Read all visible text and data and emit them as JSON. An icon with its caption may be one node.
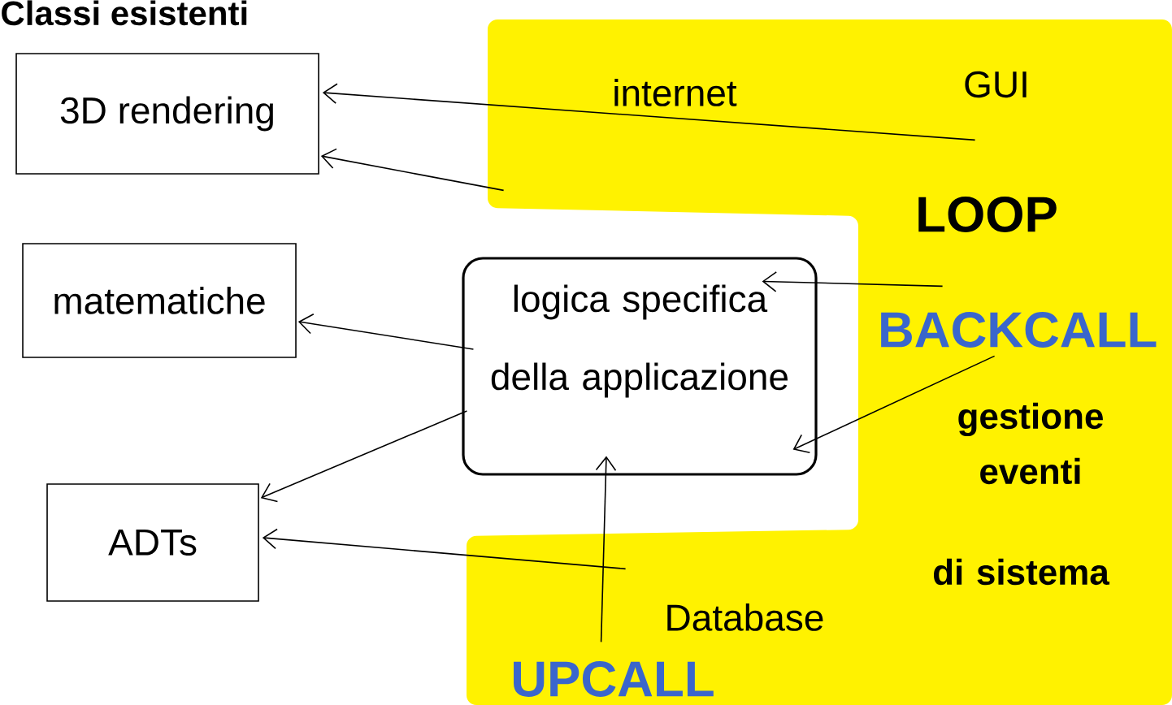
{
  "diagram": {
    "title": "Classi esistenti",
    "nodes": [
      {
        "text": [
          "3D rendering"
        ]
      },
      {
        "text": [
          "matematiche"
        ]
      },
      {
        "text": [
          "ADTs"
        ]
      },
      {
        "text": [
          "logica specifica della applicazione"
        ]
      },
      {
        "text": [
          "internet",
          "GUI",
          "LOOP",
          "BACKCALL",
          "gestione eventi",
          "di sistema",
          "Database",
          "UPCALL"
        ]
      }
    ],
    "edges": [
      {
        "from": 4,
        "to": 0,
        "arrow": "to"
      },
      {
        "from": 4,
        "to": 0,
        "arrow": "to"
      },
      {
        "from": 3,
        "to": 1,
        "arrow": "to"
      },
      {
        "from": 3,
        "to": 2,
        "arrow": "to"
      },
      {
        "from": 4,
        "to": 2,
        "arrow": "to"
      },
      {
        "from": 4,
        "to": 3,
        "arrow": "to"
      },
      {
        "from": 4,
        "to": 3,
        "arrow": "to"
      },
      {
        "from": 4,
        "to": 3,
        "arrow": "to"
      }
    ]
  }
}
